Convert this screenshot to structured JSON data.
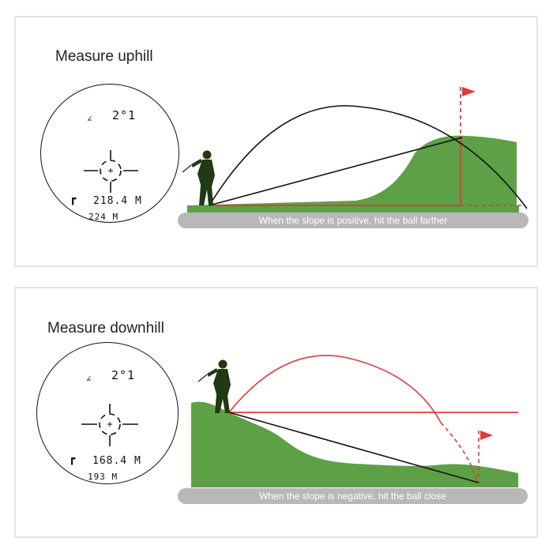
{
  "uphill": {
    "title": "Measure uphill",
    "angle": "2°1",
    "angle_symbol": "∠",
    "flag_icon": "┏",
    "distance_main": "218.4 M",
    "distance_sub": "224 M",
    "caption": "When the slope is positive, hit the ball farther"
  },
  "downhill": {
    "title": "Measure downhill",
    "angle": "2°1",
    "angle_symbol": "∠",
    "flag_icon": "┏",
    "distance_main": "168.4 M",
    "distance_sub": "193 M",
    "caption": "When the slope is negative, hit the ball close"
  },
  "colors": {
    "grass": "#5ea046",
    "trajectory_red": "#e23a3a",
    "line_black": "#111111",
    "caption_bar": "#b8b8b8",
    "golfer": "#1f3a14"
  }
}
